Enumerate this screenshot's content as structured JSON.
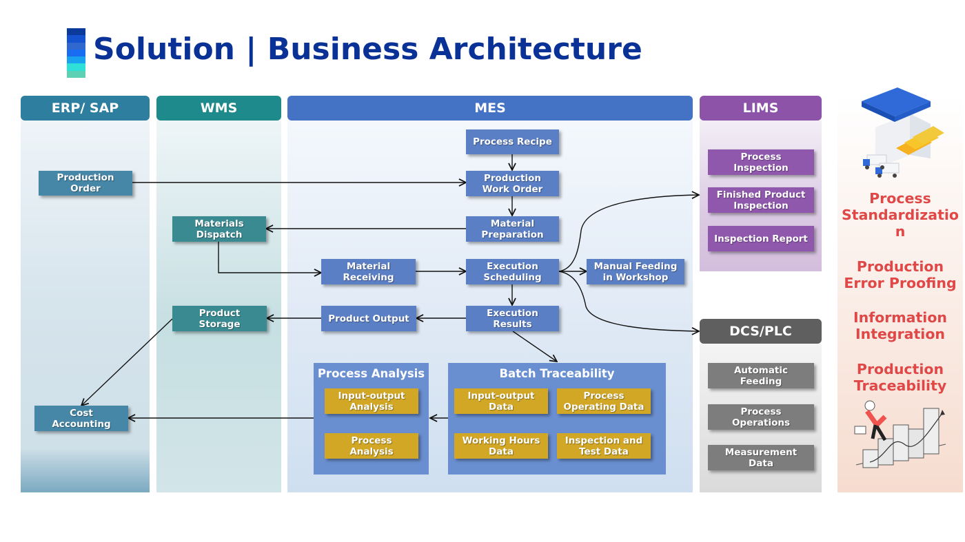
{
  "title": "Solution | Business Architecture",
  "title_bar_colors": [
    "#0a3a9c",
    "#1452d0",
    "#3168d0",
    "#1a6cf0",
    "#18a2f0",
    "#2ee0d8",
    "#5ed0b4"
  ],
  "columns": {
    "erp": {
      "label": "ERP/ SAP",
      "color": "#2e7ea0"
    },
    "wms": {
      "label": "WMS",
      "color": "#1f8a8c"
    },
    "mes": {
      "label": "MES",
      "color": "#4472c4"
    },
    "lims": {
      "label": "LIMS",
      "color": "#8c53a8"
    },
    "dcs": {
      "label": "DCS/PLC",
      "color": "#5f5f5f"
    }
  },
  "erp": {
    "production_order": [
      "Production",
      "Order"
    ],
    "cost_accounting": [
      "Cost",
      "Accounting"
    ]
  },
  "wms": {
    "materials_dispatch": [
      "Materials",
      "Dispatch"
    ],
    "product_storage": [
      "Product",
      "Storage"
    ]
  },
  "mes": {
    "process_recipe": [
      "Process Recipe"
    ],
    "production_work_order": [
      "Production",
      "Work Order"
    ],
    "material_preparation": [
      "Material",
      "Preparation"
    ],
    "material_receiving": [
      "Material",
      "Receiving"
    ],
    "execution_scheduling": [
      "Execution",
      "Scheduling"
    ],
    "manual_feeding": [
      "Manual Feeding",
      "in Workshop"
    ],
    "product_output": [
      "Product Output"
    ],
    "execution_results": [
      "Execution",
      "Results"
    ],
    "process_analysis": {
      "title": "Process Analysis",
      "items": [
        [
          "Input-output",
          "Analysis"
        ],
        [
          "Process",
          "Analysis"
        ]
      ]
    },
    "batch_traceability": {
      "title": "Batch Traceability",
      "items": [
        [
          "Input-output",
          "Data"
        ],
        [
          "Process",
          "Operating Data"
        ],
        [
          "Working Hours",
          "Data"
        ],
        [
          "Inspection and",
          "Test Data"
        ]
      ]
    }
  },
  "lims": {
    "items": [
      [
        "Process",
        "Inspection"
      ],
      [
        "Finished Product",
        "Inspection"
      ],
      [
        "Inspection Report"
      ]
    ]
  },
  "dcs": {
    "items": [
      [
        "Automatic",
        "Feeding"
      ],
      [
        "Process",
        "Operations"
      ],
      [
        "Measurement",
        "Data"
      ]
    ]
  },
  "benefits": [
    [
      "Process",
      "Standardizatio",
      "n"
    ],
    [
      "Production",
      "Error Proofing"
    ],
    [
      "Information",
      "Integration"
    ],
    [
      "Production",
      "Traceability"
    ]
  ],
  "accent_text_color": "#e04848"
}
